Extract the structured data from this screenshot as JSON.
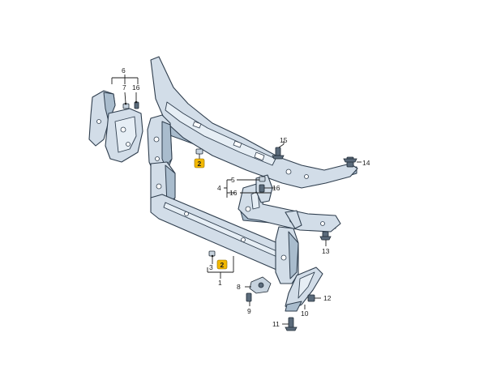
{
  "callouts": {
    "c1": "1",
    "c2a": "2",
    "c2b": "2",
    "c3": "3",
    "c4": "4",
    "c5": "5",
    "c6": "6",
    "c7": "7",
    "c8": "8",
    "c9": "9",
    "c10": "10",
    "c11": "11",
    "c12": "12",
    "c13": "13",
    "c14": "14",
    "c15": "15",
    "c16a": "16",
    "c16b": "16",
    "c16c": "16"
  },
  "colors": {
    "part": "#d2dde8",
    "outline": "#2f3e4e",
    "badge": "#f2b800"
  }
}
